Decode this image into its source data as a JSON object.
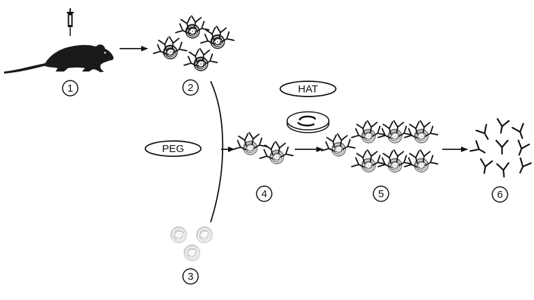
{
  "colors": {
    "ink": "#111111",
    "mouse": "#1a1a1a",
    "bcell_fill": "#222222",
    "hybrid_fill": "#7a7a7a",
    "myeloma_fill": "#d0d0d0",
    "myeloma_stroke": "#b5b5b5"
  },
  "icons": {
    "mouse": "mouse-icon",
    "syringe": "syringe-icon",
    "petri_dish": "petri-dish-icon",
    "cell": "cell-icon",
    "antibody": "antibody-icon"
  },
  "steps": {
    "s1": "1",
    "s2": "2",
    "s3": "3",
    "s4": "4",
    "s5": "5",
    "s6": "6"
  },
  "reagents": {
    "hat": "HAT",
    "peg": "PEG"
  }
}
